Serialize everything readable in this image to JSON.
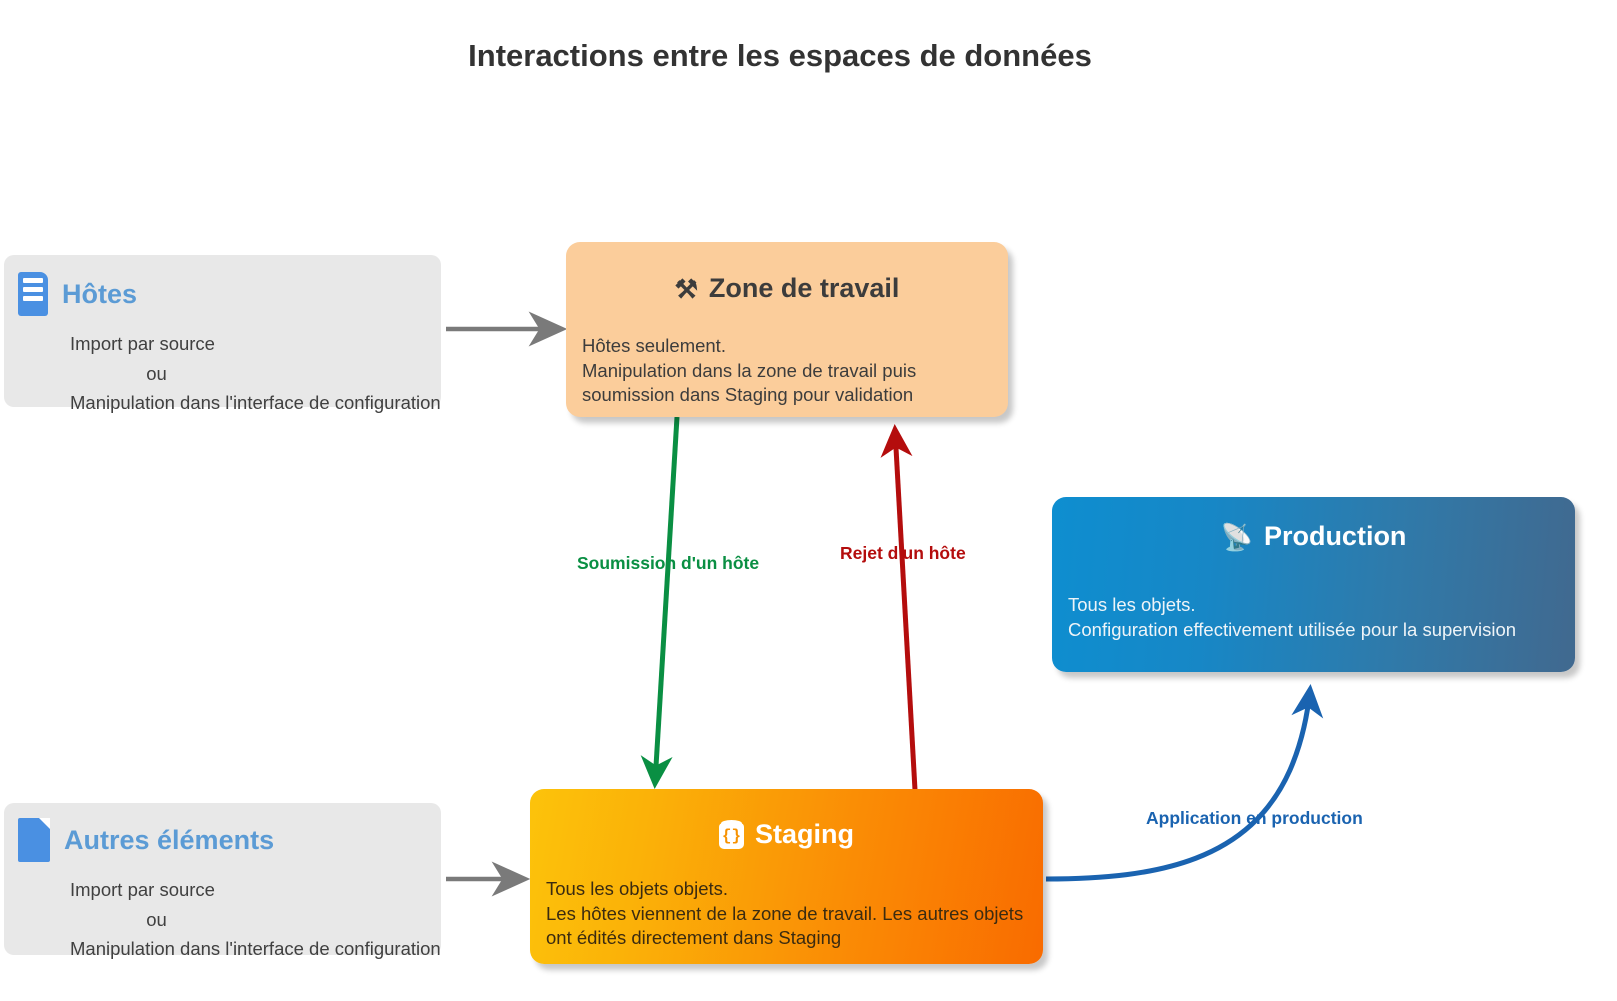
{
  "title": "Interactions entre les espaces de données",
  "colors": {
    "title": "#333333",
    "source_box_bg": "#e8e8e8",
    "source_title": "#5b9bd5",
    "workspace_bg": "#fbcd9b",
    "staging_gradient_from": "#fcc30b",
    "staging_gradient_to": "#f96b00",
    "production_gradient_from": "#0e8ed0",
    "production_gradient_to": "#41698f",
    "arrow_grey": "#7a7a7a",
    "arrow_green": "#0a8f43",
    "arrow_red": "#b40d0d",
    "arrow_blue": "#1a63b0"
  },
  "nodes": {
    "hosts": {
      "icon": "server-rack-icon",
      "title": "Hôtes",
      "line1": "Import par source",
      "line2": "ou",
      "line3": "Manipulation dans l'interface de configuration"
    },
    "other_elements": {
      "icon": "document-icon",
      "title": "Autres éléments",
      "line1": "Import par source",
      "line2": "ou",
      "line3": "Manipulation dans l'interface de configuration"
    },
    "workspace": {
      "icon": "hammer-and-wrench-icon",
      "glyph": "⚒",
      "title": "Zone de travail",
      "body": "Hôtes seulement.\nManipulation dans la zone de travail puis\nsoumission dans Staging pour validation"
    },
    "staging": {
      "icon": "database-icon",
      "title": "Staging",
      "body": "Tous les objets objets.\nLes hôtes viennent de la zone de travail. Les autres objets\nont édités directement dans Staging"
    },
    "production": {
      "icon": "satellite-antenna-icon",
      "glyph": "📡",
      "title": "Production",
      "body": "Tous les objets.\nConfiguration effectivement utilisée pour la supervision"
    }
  },
  "edges": {
    "hosts_to_workspace": {
      "label": "",
      "color": "#7a7a7a",
      "kind": "grey-arrow"
    },
    "other_to_staging": {
      "label": "",
      "color": "#7a7a7a",
      "kind": "grey-arrow"
    },
    "workspace_to_staging": {
      "label": "Soumission d'un hôte",
      "color": "#0a8f43",
      "kind": "green-arrow"
    },
    "staging_to_workspace": {
      "label": "Rejet d'un hôte",
      "color": "#b40d0d",
      "kind": "red-arrow"
    },
    "staging_to_production": {
      "label": "Application en production",
      "color": "#1a63b0",
      "kind": "blue-curve"
    }
  }
}
